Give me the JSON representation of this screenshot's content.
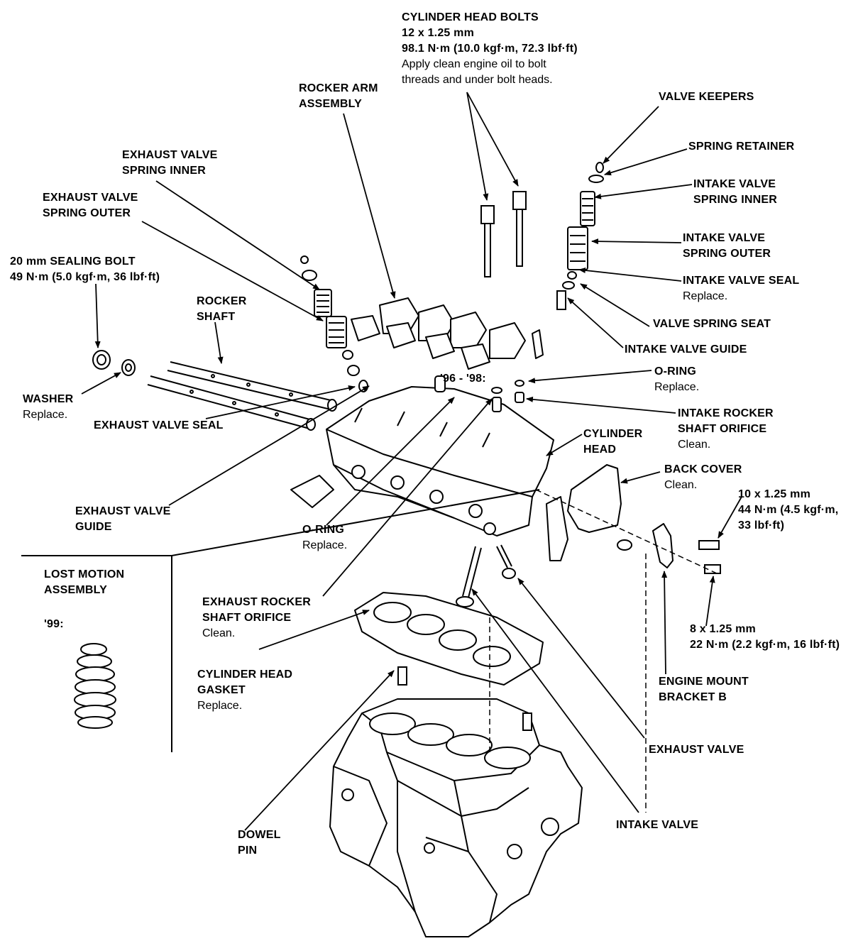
{
  "labels": {
    "cyl_head_bolts": {
      "title": "CYLINDER HEAD BOLTS",
      "size": "12 x 1.25 mm",
      "torque": "98.1 N·m (10.0 kgf·m, 72.3 lbf·ft)",
      "note1": "Apply clean engine oil to bolt",
      "note2": "threads and under bolt heads."
    },
    "rocker_arm": {
      "line1": "ROCKER ARM",
      "line2": "ASSEMBLY"
    },
    "valve_keepers": {
      "title": "VALVE KEEPERS"
    },
    "spring_retainer": {
      "title": "SPRING RETAINER"
    },
    "intake_spring_inner": {
      "line1": "INTAKE VALVE",
      "line2": "SPRING INNER"
    },
    "intake_spring_outer": {
      "line1": "INTAKE VALVE",
      "line2": "SPRING OUTER"
    },
    "intake_valve_seal": {
      "title": "INTAKE VALVE SEAL",
      "note": "Replace."
    },
    "valve_spring_seat": {
      "title": "VALVE SPRING SEAT"
    },
    "intake_valve_guide": {
      "title": "INTAKE VALVE GUIDE"
    },
    "exhaust_spring_inner": {
      "line1": "EXHAUST VALVE",
      "line2": "SPRING INNER"
    },
    "exhaust_spring_outer": {
      "line1": "EXHAUST VALVE",
      "line2": "SPRING OUTER"
    },
    "sealing_bolt": {
      "title": "20 mm SEALING BOLT",
      "torque": "49 N·m (5.0 kgf·m, 36 lbf·ft)"
    },
    "rocker_shaft": {
      "line1": "ROCKER",
      "line2": "SHAFT"
    },
    "washer": {
      "title": "WASHER",
      "note": "Replace."
    },
    "exhaust_valve_seal": {
      "title": "EXHAUST VALVE SEAL"
    },
    "year_range": "'96 - '98:",
    "oring_upper": {
      "title": "O-RING",
      "note": "Replace."
    },
    "intake_rocker_orifice": {
      "line1": "INTAKE ROCKER",
      "line2": "SHAFT ORIFICE",
      "note": "Clean."
    },
    "cylinder_head": {
      "line1": "CYLINDER",
      "line2": "HEAD"
    },
    "back_cover": {
      "title": "BACK COVER",
      "note": "Clean."
    },
    "bolt_10": {
      "size": "10 x 1.25 mm",
      "torque1": "44 N·m (4.5 kgf·m,",
      "torque2": "33 lbf·ft)"
    },
    "exhaust_valve_guide": {
      "line1": "EXHAUST VALVE",
      "line2": "GUIDE"
    },
    "oring_lower": {
      "title": "O-RING",
      "note": "Replace."
    },
    "lost_motion": {
      "line1": "LOST MOTION",
      "line2": "ASSEMBLY",
      "year": "'99:"
    },
    "exhaust_rocker_orifice": {
      "line1": "EXHAUST ROCKER",
      "line2": "SHAFT ORIFICE",
      "note": "Clean."
    },
    "bolt_8": {
      "size": "8 x 1.25 mm",
      "torque": "22 N·m (2.2 kgf·m, 16 lbf·ft)"
    },
    "head_gasket": {
      "line1": "CYLINDER HEAD",
      "line2": "GASKET",
      "note": "Replace."
    },
    "engine_mount": {
      "line1": "ENGINE MOUNT",
      "line2": "BRACKET B"
    },
    "exhaust_valve": {
      "title": "EXHAUST VALVE"
    },
    "dowel_pin": {
      "line1": "DOWEL",
      "line2": "PIN"
    },
    "intake_valve": {
      "title": "INTAKE VALVE"
    }
  }
}
